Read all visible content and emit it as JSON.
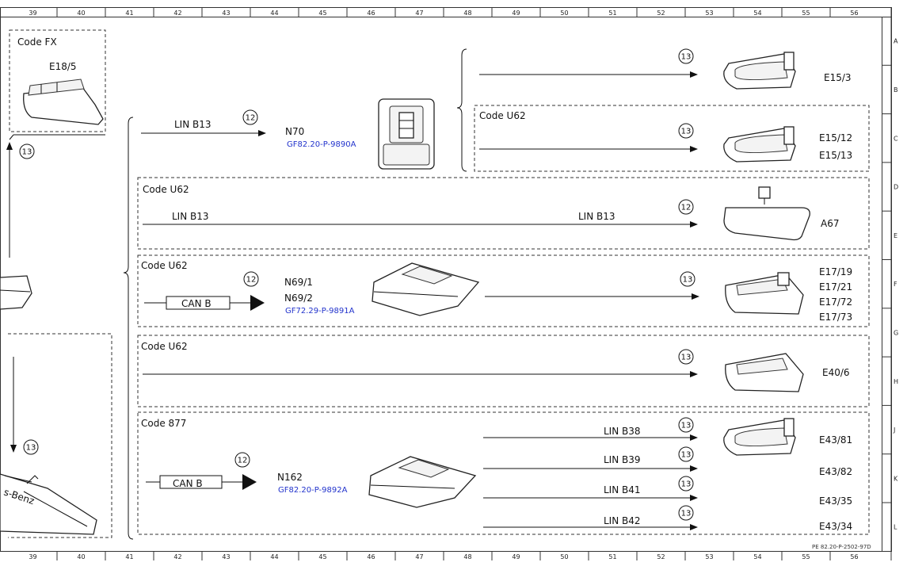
{
  "ruler": {
    "columns": [
      "39",
      "40",
      "41",
      "42",
      "43",
      "44",
      "45",
      "46",
      "47",
      "48",
      "49",
      "50",
      "51",
      "52",
      "53",
      "54",
      "55",
      "56"
    ],
    "rows": [
      "A",
      "B",
      "C",
      "D",
      "E",
      "F",
      "G",
      "H",
      "J",
      "K",
      "L"
    ]
  },
  "footer_ref": "PE 82.20-P-2502-97D",
  "regions": {
    "fx": {
      "code": "Code FX",
      "component": "E18/5"
    },
    "n70": {
      "bus": "LIN B13",
      "circle": "12",
      "id": "N70",
      "ref": "GF82.20-P-9890A"
    },
    "top_right": {
      "row1": {
        "circle": "13",
        "target": "E15/3"
      },
      "u62": {
        "code": "Code U62",
        "circle": "13",
        "targets": [
          "E15/12",
          "E15/13"
        ]
      }
    },
    "a67": {
      "code": "Code U62",
      "bus_left": "LIN B13",
      "bus_right": "LIN B13",
      "circle": "12",
      "target": "A67"
    },
    "n69": {
      "code": "Code U62",
      "circle_in": "12",
      "bus": "CAN B",
      "ids": [
        "N69/1",
        "N69/2"
      ],
      "ref": "GF72.29-P-9891A",
      "circle_out": "13",
      "targets": [
        "E17/19",
        "E17/21",
        "E17/72",
        "E17/73"
      ]
    },
    "e40": {
      "code": "Code U62",
      "circle": "13",
      "target": "E40/6"
    },
    "n162": {
      "code": "Code 877",
      "circle_in": "12",
      "bus": "CAN B",
      "id": "N162",
      "ref": "GF82.20-P-9892A",
      "outputs": [
        {
          "bus": "LIN B38",
          "circle": "13",
          "target": "E43/81"
        },
        {
          "bus": "LIN B39",
          "circle": "13",
          "target": "E43/82"
        },
        {
          "bus": "LIN B41",
          "circle": "13",
          "target": "E43/35"
        },
        {
          "bus": "LIN B42",
          "circle": "13",
          "target": "E43/34"
        }
      ]
    },
    "left": {
      "circle_top": "13",
      "circle_bottom": "13",
      "sill_text": "s-Benz"
    }
  }
}
